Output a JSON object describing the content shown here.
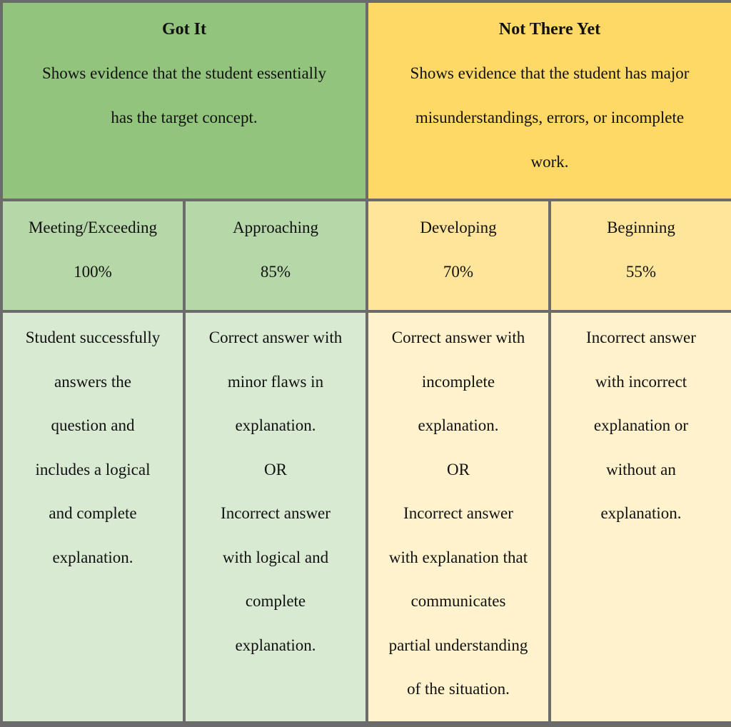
{
  "got_it": {
    "title": "Got It",
    "description": "Shows evidence that the student essentially has the target concept.",
    "desc_lines": [
      "Shows evidence that the student essentially",
      "has the target concept."
    ]
  },
  "not_there_yet": {
    "title": "Not There Yet",
    "description": "Shows evidence that the student has major misunderstandings, errors, or incomplete work.",
    "desc_lines": [
      "Shows evidence that the student has major",
      "misunderstandings, errors, or incomplete",
      "work."
    ]
  },
  "levels": [
    {
      "name": "Meeting/Exceeding",
      "percent": "100%",
      "criteria_lines": [
        "Student successfully",
        "answers the",
        "question and",
        "includes a logical",
        "and complete",
        "explanation."
      ]
    },
    {
      "name": "Approaching",
      "percent": "85%",
      "criteria_lines": [
        "Correct answer with",
        "minor flaws in",
        "explanation.",
        "OR",
        "Incorrect answer",
        "with logical and",
        "complete",
        "explanation."
      ]
    },
    {
      "name": "Developing",
      "percent": "70%",
      "criteria_lines": [
        "Correct answer with",
        "incomplete",
        "explanation.",
        "OR",
        "Incorrect answer",
        "with explanation that",
        "communicates",
        "partial understanding",
        "of the situation."
      ]
    },
    {
      "name": "Beginning",
      "percent": "55%",
      "criteria_lines": [
        "Incorrect answer",
        "with incorrect",
        "explanation or",
        "without an",
        "explanation."
      ]
    }
  ],
  "colors": {
    "got_it_header": "#93c47d",
    "got_it_level": "#b6d7a8",
    "got_it_criteria": "#d9ead3",
    "not_there_header": "#ffd966",
    "not_there_level": "#ffe599",
    "not_there_criteria": "#fff2cc",
    "grid_lines": "#6b6b6b"
  }
}
